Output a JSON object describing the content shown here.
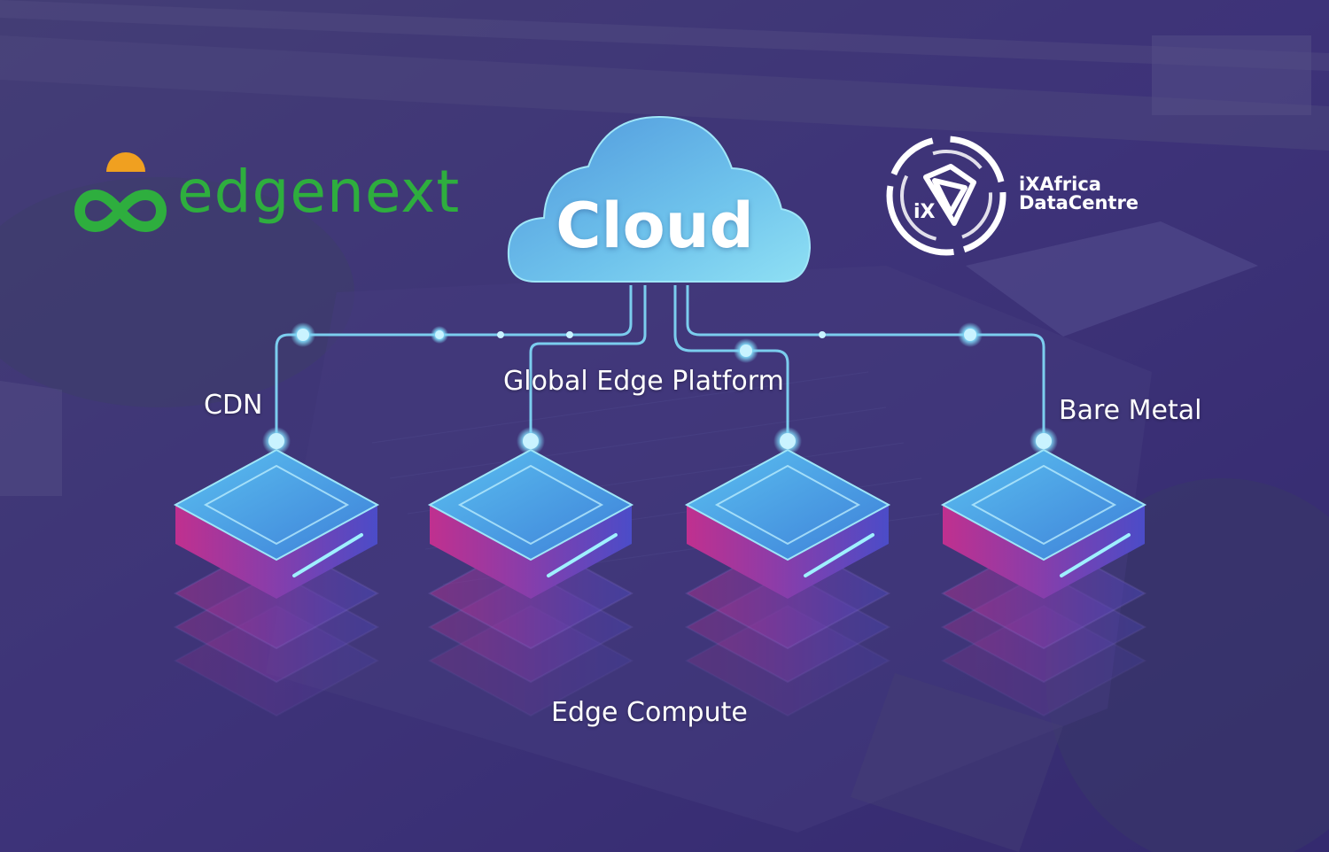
{
  "cloud": {
    "label": "Cloud"
  },
  "labels": {
    "cdn": "CDN",
    "global_edge_platform": "Global Edge Platform",
    "bare_metal": "Bare Metal",
    "edge_compute": "Edge Compute"
  },
  "logos": {
    "left": {
      "text": "edgenext",
      "icon": "edgenext-infinity-logo-icon"
    },
    "right": {
      "badge_text": "iX",
      "line1": "iXAfrica",
      "line2": "DataCentre",
      "icon": "ixafrica-emblem-icon"
    }
  },
  "nodes": [
    {
      "name": "server-node-cdn"
    },
    {
      "name": "server-node-global-edge-platform"
    },
    {
      "name": "server-node-edge-compute"
    },
    {
      "name": "server-node-bare-metal"
    }
  ],
  "colors": {
    "overlay": "#3b2f7a",
    "line": "#7fd6f5",
    "node_top": "#4aa8e6",
    "node_side": "#b23ca8",
    "brand_green": "#2eae3e",
    "brand_orange": "#f0a020"
  }
}
